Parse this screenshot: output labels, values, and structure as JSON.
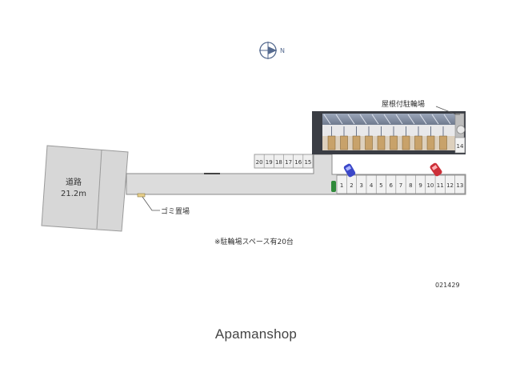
{
  "map": {
    "road_label": "道路",
    "road_width": "21.2m",
    "roof_bike_parking": "屋根付駐輪場",
    "garbage": "ゴミ置場",
    "bike_note": "※駐輪場スペース有20台",
    "code": "021429",
    "compass_letter": "N",
    "upper_spaces": [
      "20",
      "19",
      "18",
      "17",
      "16",
      "15"
    ],
    "right_spaces": [
      "14"
    ],
    "lower_spaces": [
      "1",
      "2",
      "3",
      "4",
      "5",
      "6",
      "7",
      "8",
      "9",
      "10",
      "11",
      "12",
      "13"
    ],
    "colors": {
      "road": "#d2d2d2",
      "lot": "#e3e3e3",
      "building": "#3a3d44",
      "bike_roof": "#7f8a9e",
      "bike_row": "#c8a26a",
      "car_blue": "#3b47c8",
      "car_red": "#cc2f38",
      "bike_green": "#2f8a3a"
    }
  },
  "brand": "Apamanshop"
}
